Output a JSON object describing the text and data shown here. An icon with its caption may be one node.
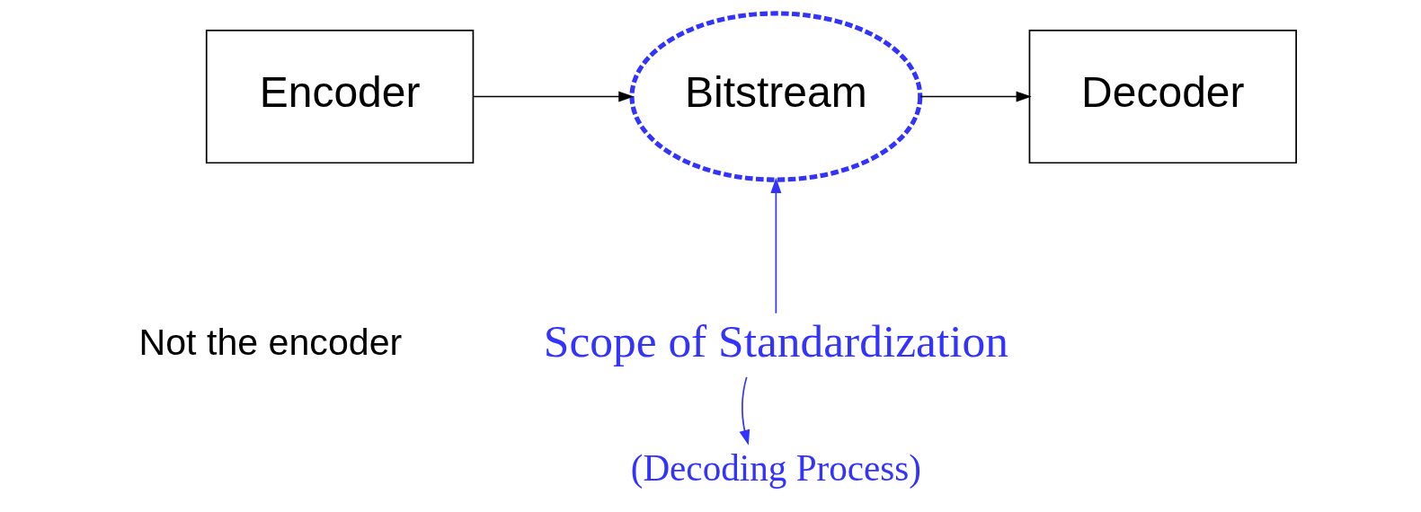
{
  "diagram": {
    "nodes": [
      {
        "text": [
          "Encoder"
        ]
      },
      {
        "text": [
          "Bitstream"
        ]
      },
      {
        "text": [
          "Decoder"
        ]
      },
      {
        "text": [
          "(Decoding Process)"
        ]
      },
      {
        "text": [
          "Scope of Standardization"
        ]
      }
    ],
    "edges": [
      {
        "from": 0,
        "to": 1,
        "arrow": "to"
      },
      {
        "from": 1,
        "to": 2,
        "arrow": "to"
      },
      {
        "from": 4,
        "to": 1,
        "arrow": "to",
        "color": "#3333ff"
      },
      {
        "from": 4,
        "to": 3,
        "arrow": "to",
        "color": "#3333ff"
      }
    ],
    "labels": [
      "Not the encoder"
    ]
  }
}
